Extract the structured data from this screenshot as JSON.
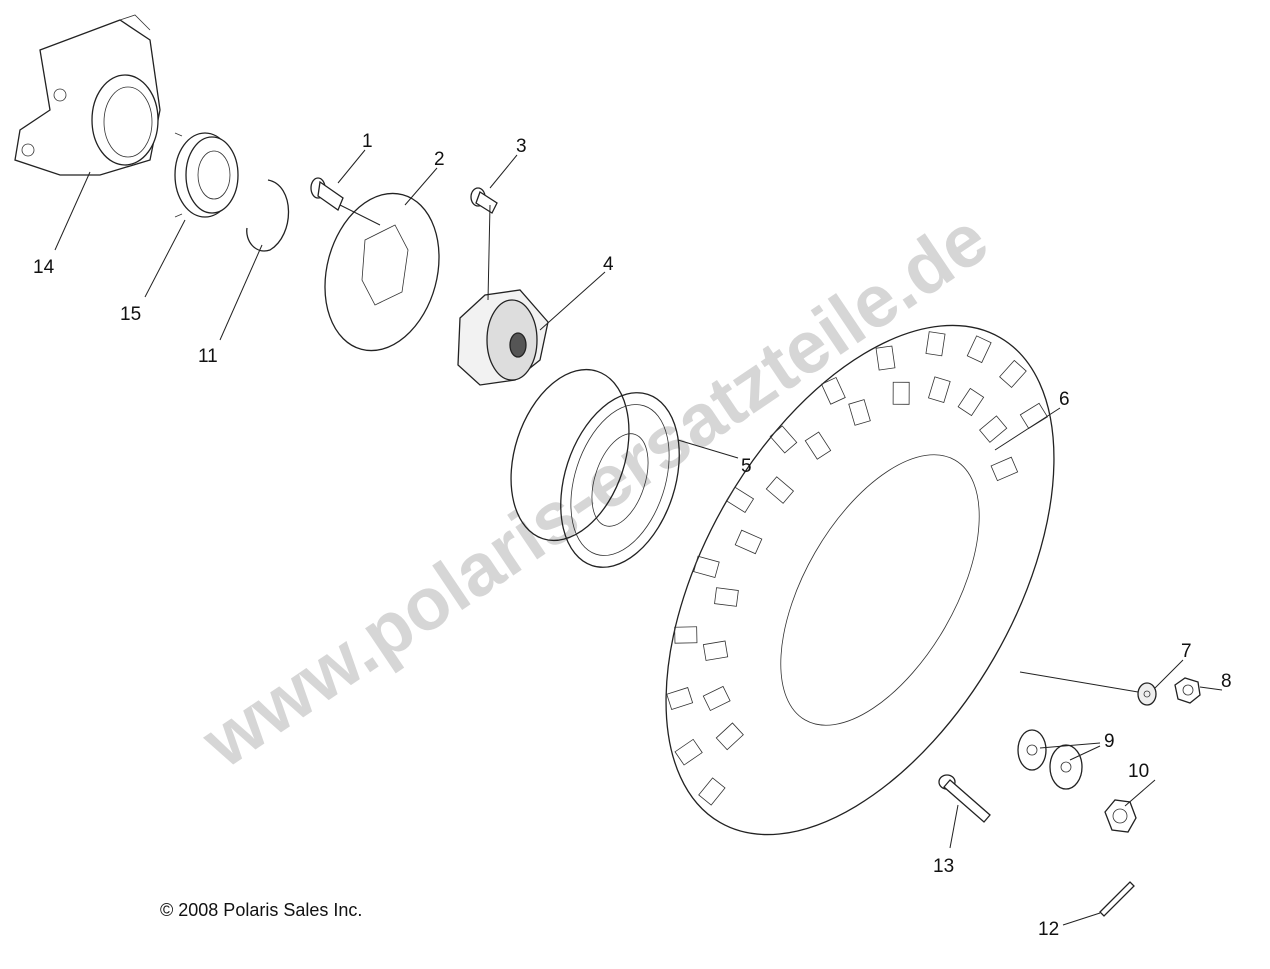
{
  "callouts": {
    "c1": "1",
    "c2": "2",
    "c3": "3",
    "c4": "4",
    "c5": "5",
    "c6": "6",
    "c7": "7",
    "c8": "8",
    "c9": "9",
    "c10": "10",
    "c11": "11",
    "c12": "12",
    "c13": "13",
    "c14": "14",
    "c15": "15"
  },
  "copyright": "© 2008 Polaris Sales Inc.",
  "watermark": "www.polaris-ersatzteile.de"
}
